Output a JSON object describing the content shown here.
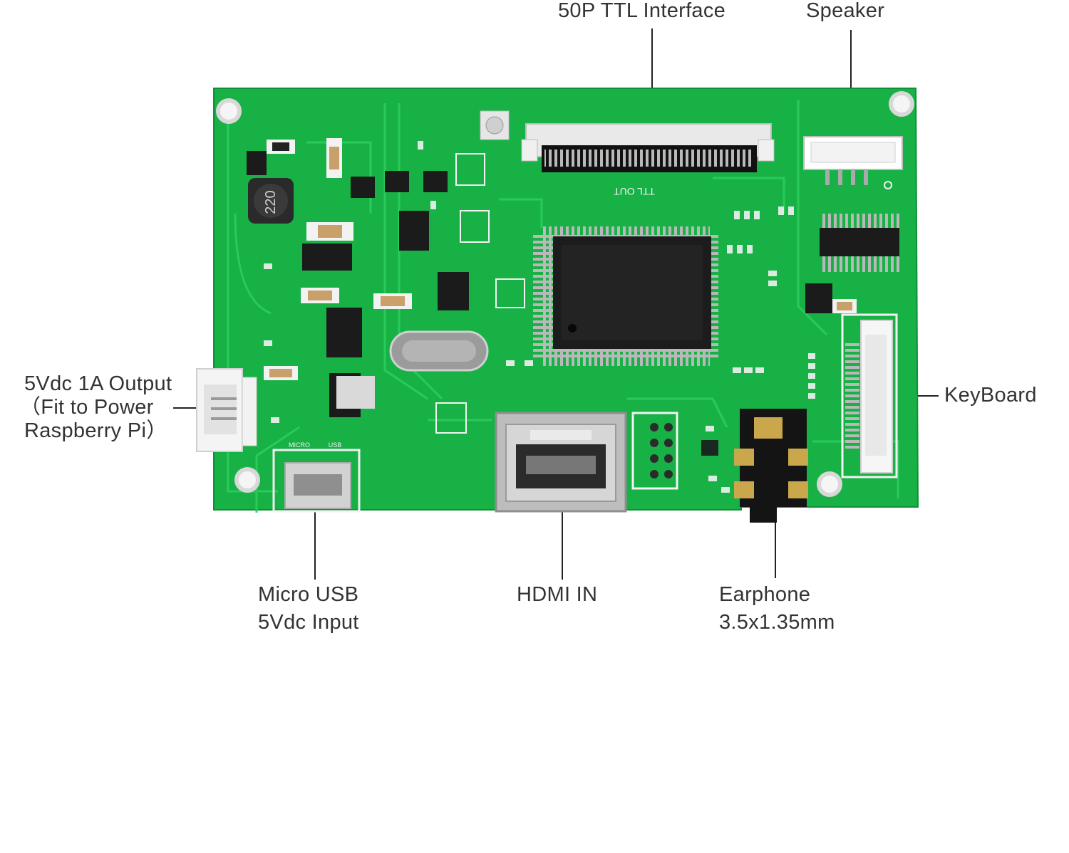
{
  "labels": {
    "ttl": "50P TTL Interface",
    "speaker": "Speaker",
    "output": [
      "5Vdc 1A Output",
      "（Fit to Power",
      "Raspberry Pi）"
    ],
    "keyboard": "KeyBoard",
    "usb": [
      "Micro USB",
      "5Vdc Input"
    ],
    "hdmi": "HDMI IN",
    "earphone": [
      "Earphone",
      "3.5x1.35mm"
    ]
  },
  "silkscreen": {
    "ttl_out": "TTL OUT",
    "inductor": "220",
    "usb": "USB",
    "micro": "MICRO"
  },
  "colors": {
    "pcb": "#17b046",
    "pcb_dark": "#0e8a33",
    "silk": "#f2f2f2",
    "chip": "#1a1a1a"
  }
}
